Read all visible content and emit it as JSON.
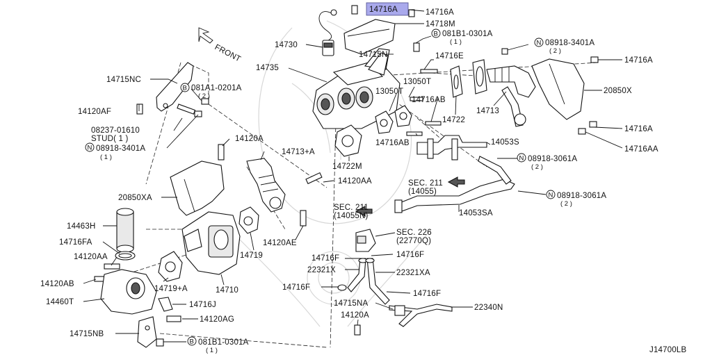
{
  "diagram_id": "J14700LB",
  "front_label": "FRONT",
  "callouts": {
    "c14716A_hl": "14716A",
    "c14716A_1": "14716A",
    "c14718M": "14718M",
    "c081B1_top": "081B1-0301A",
    "c081B1_top_q": "( 1 )",
    "c08918_3401A_top": "08918-3401A",
    "c08918_3401A_top_q": "( 2 )",
    "c14730": "14730",
    "c14715N": "14715N",
    "c14716E": "14716E",
    "c14716A_2": "14716A",
    "c14735": "14735",
    "c13050T_a": "13050T",
    "c13050T_b": "13050T",
    "c20850X": "20850X",
    "c14715NC": "14715NC",
    "c081A1": "081A1-0201A",
    "c081A1_q": "( 2 )",
    "c14716AB_a": "14716AB",
    "c14713": "14713",
    "c14722": "14722",
    "c14120AF": "14120AF",
    "c08237": "08237-01610",
    "c08237_stud": "STUD( 1 )",
    "c08918_3401A_left": "08918-3401A",
    "c08918_3401A_left_q": "( 1 )",
    "c14716A_3": "14716A",
    "c14053S": "14053S",
    "c14716AA": "14716AA",
    "c14120A": "14120A",
    "c14716AB_b": "14716AB",
    "c14713A": "14713+A",
    "c08918_3061A_a": "08918-3061A",
    "c08918_3061A_a_q": "( 2 )",
    "c14722M": "14722M",
    "c14120AA": "14120AA",
    "c20850XA": "20850XA",
    "c14463H": "14463H",
    "c14716FA": "14716FA",
    "c14120AA_b": "14120AA",
    "c14120AB": "14120AB",
    "c14460T": "14460T",
    "c14719A": "14719+A",
    "c14710": "14710",
    "c14719": "14719",
    "c14120AE": "14120AE",
    "c14716J": "14716J",
    "c14120AG": "14120AG",
    "c14715NB": "14715NB",
    "c081B1_bot": "081B1-0301A",
    "c081B1_bot_q": "( 1 )",
    "c08918_3061A_b": "08918-3061A",
    "c08918_3061A_b_q": "( 2 )",
    "c14053SA": "14053SA",
    "c14716F_a": "14716F",
    "c14716F_b": "14716F",
    "c22321X": "22321X",
    "c22321XA": "22321XA",
    "c14716F_c": "14716F",
    "c14716F_d": "14716F",
    "c14715NA": "14715NA",
    "c14120A_b": "14120A",
    "c22340N": "22340N"
  },
  "sections": {
    "sec211_a": "SEC. 211",
    "sec211_a_ref": "(14055)",
    "sec211_b": "SEC. 211",
    "sec211_b_ref": "(14055N)",
    "sec226": "SEC. 226",
    "sec226_ref": "(22770Q)"
  },
  "symbols": {
    "B": "B",
    "N": "N"
  },
  "colors": {
    "highlight": "#a9a9ec",
    "line": "#111111",
    "background": "#ffffff"
  }
}
